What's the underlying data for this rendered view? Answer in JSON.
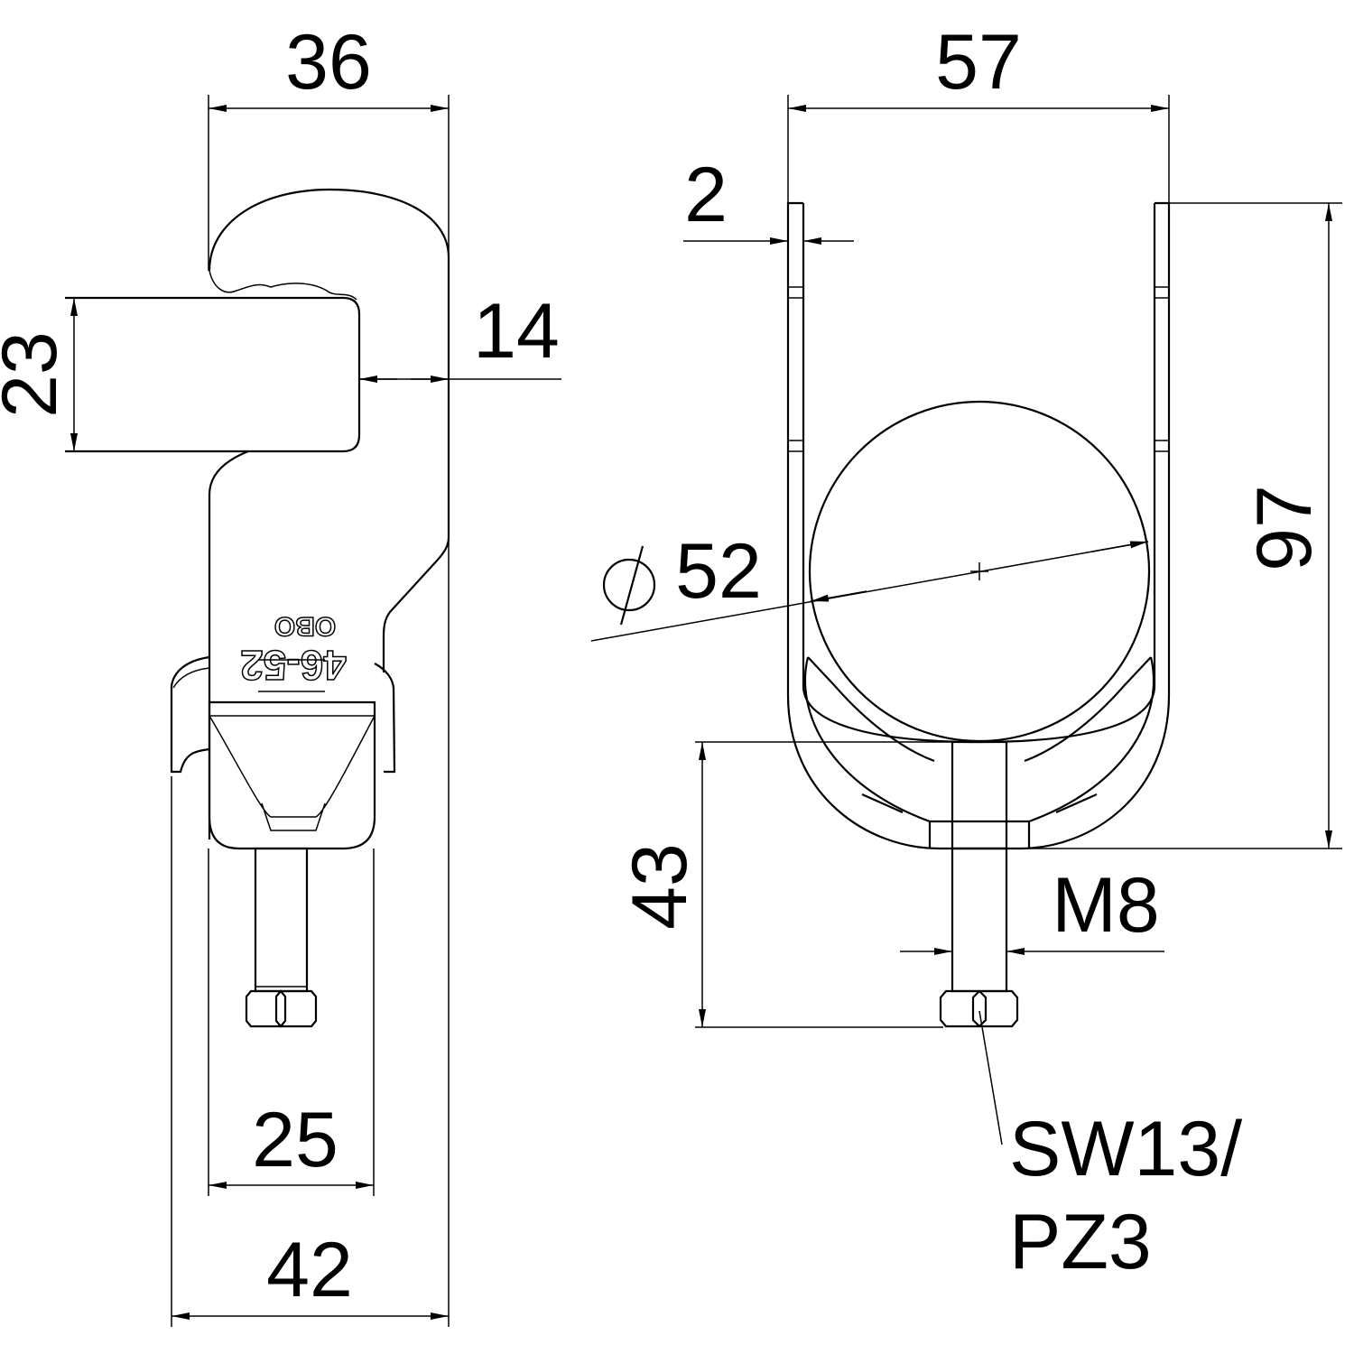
{
  "drawing": {
    "side_view": {
      "dims": {
        "top_width": "36",
        "cable_height": "23",
        "offset": "14",
        "saddle_width": "25",
        "overall_width": "42"
      },
      "marking": {
        "range": "46-52",
        "brand": "OBO"
      }
    },
    "front_view": {
      "dims": {
        "width": "57",
        "thickness": "2",
        "diameter_symbol": "⌀",
        "diameter": "52",
        "height": "97",
        "bolt_height": "43",
        "thread": "M8"
      },
      "callout": {
        "line1": "SW13/",
        "line2": "PZ3"
      }
    }
  }
}
